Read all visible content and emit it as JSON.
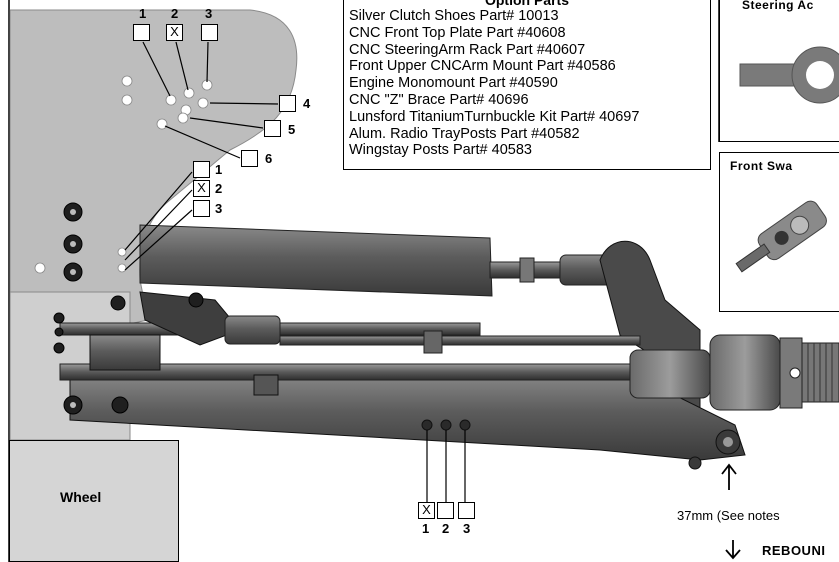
{
  "option_parts": {
    "title": "Option Parts",
    "items": [
      "Silver Clutch Shoes Part# 10013",
      "CNC Front Top Plate Part #40608",
      "CNC SteeringArm Rack Part #40607",
      "Front Upper CNCArm Mount Part #40586",
      "Engine Monomount Part #40590",
      "CNC \"Z\" Brace Part# 40696",
      "Lunsford TitaniumTurnbuckle Kit Part# 40697",
      "Alum. Radio TrayPosts Part #40582",
      "Wingstay Posts Part# 40583"
    ]
  },
  "top_holes": {
    "columns": [
      {
        "number": "1",
        "mark": ""
      },
      {
        "number": "2",
        "mark": "X"
      },
      {
        "number": "3",
        "mark": ""
      }
    ],
    "side": [
      {
        "number": "4",
        "mark": ""
      },
      {
        "number": "5",
        "mark": ""
      },
      {
        "number": "6",
        "mark": ""
      }
    ]
  },
  "mid_holes": [
    {
      "number": "1",
      "mark": ""
    },
    {
      "number": "2",
      "mark": "X"
    },
    {
      "number": "3",
      "mark": ""
    }
  ],
  "bottom_holes": [
    {
      "number": "1",
      "mark": "X"
    },
    {
      "number": "2",
      "mark": ""
    },
    {
      "number": "3",
      "mark": ""
    }
  ],
  "panels": {
    "steering": "Steering Ac",
    "front_sway": "Front Swa"
  },
  "wheel_label": "Wheel",
  "ride_height_note": "37mm (See notes",
  "rebound_label": "REBOUNI",
  "colors": {
    "plate": "#bcbcbc",
    "arm": "#5a5a5a",
    "arm_dark": "#3a3a3a",
    "wheel_box": "#d5d5d5"
  }
}
